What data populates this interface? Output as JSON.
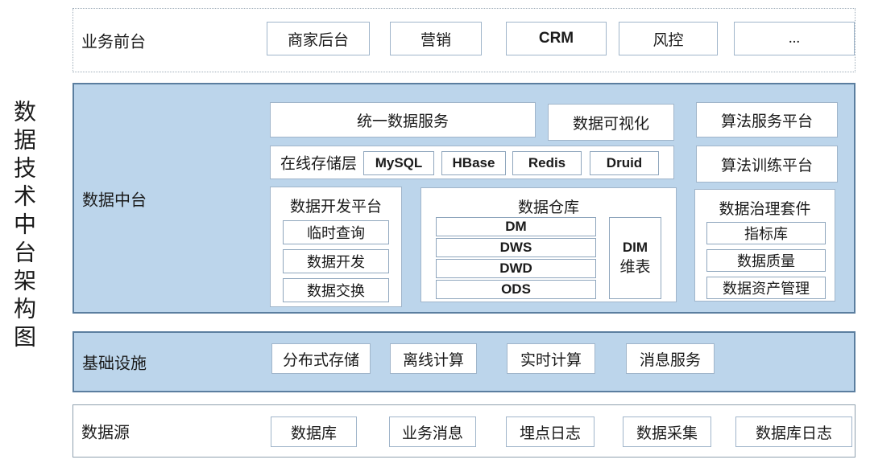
{
  "page_title": "数据技术中台架构图",
  "colors": {
    "band_fill": "#bcd5eb",
    "band_border": "#5b7e9f",
    "box_border": "#a0b5ca",
    "inner_box_border": "#8fa6bd"
  },
  "bands": {
    "business_front": {
      "label": "业务前台",
      "items": [
        "商家后台",
        "营销",
        "CRM",
        "风控",
        "..."
      ]
    },
    "data_platform": {
      "label": "数据中台",
      "unified_service": "统一数据服务",
      "visualization": "数据可视化",
      "algo_service": "算法服务平台",
      "algo_training": "算法训练平台",
      "storage_layer": {
        "label": "在线存储层",
        "items": [
          "MySQL",
          "HBase",
          "Redis",
          "Druid"
        ]
      },
      "dev_platform": {
        "label": "数据开发平台",
        "items": [
          "临时查询",
          "数据开发",
          "数据交换"
        ]
      },
      "warehouse": {
        "label": "数据仓库",
        "layers": [
          "DM",
          "DWS",
          "DWD",
          "ODS"
        ],
        "dim_line1": "DIM",
        "dim_line2": "维表"
      },
      "governance": {
        "label": "数据治理套件",
        "items": [
          "指标库",
          "数据质量",
          "数据资产管理"
        ]
      }
    },
    "infrastructure": {
      "label": "基础设施",
      "items": [
        "分布式存储",
        "离线计算",
        "实时计算",
        "消息服务"
      ]
    },
    "data_source": {
      "label": "数据源",
      "items": [
        "数据库",
        "业务消息",
        "埋点日志",
        "数据采集",
        "数据库日志"
      ]
    }
  }
}
